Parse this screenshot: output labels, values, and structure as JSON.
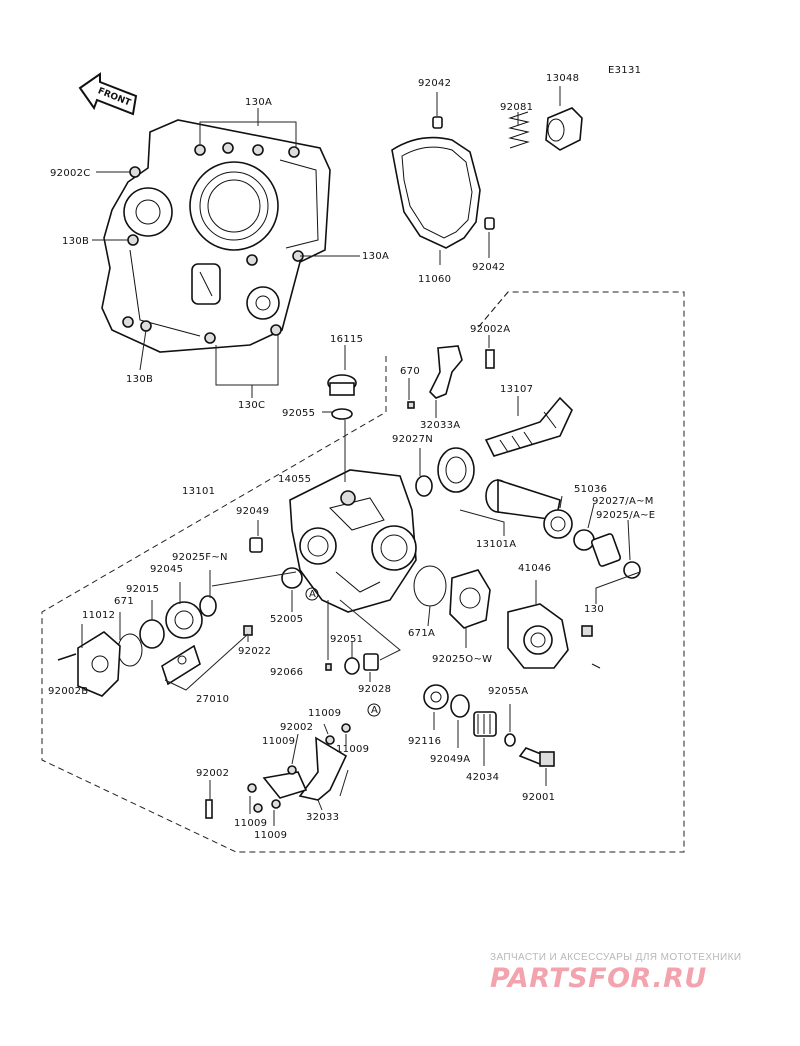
{
  "diagram_code": "E3131",
  "front_arrow_label": "FRONT",
  "labels": {
    "130A_top": "130A",
    "130A_right": "130A",
    "92002C": "92002C",
    "130B_left": "130B",
    "130B_bottom": "130B",
    "130C": "130C",
    "92042_top": "92042",
    "92081": "92081",
    "13048": "13048",
    "11060": "11060",
    "92042_bottom": "92042",
    "16115": "16115",
    "92055": "92055",
    "670": "670",
    "92002A": "92002A",
    "32033A": "32033A",
    "13107": "13107",
    "92027N": "92027N",
    "13101": "13101",
    "14055": "14055",
    "92049": "92049",
    "92025F_N": "92025F~N",
    "92045": "92045",
    "671": "671",
    "92015": "92015",
    "11012": "11012",
    "52005": "52005",
    "92022": "92022",
    "92002B": "92002B",
    "27010": "27010",
    "92066": "92066",
    "92051": "92051",
    "92028": "92028",
    "671A": "671A",
    "92025O_W": "92025O~W",
    "41046": "41046",
    "130": "130",
    "13101A": "13101A",
    "51036": "51036",
    "92027A_M": "92027/A~M",
    "92025A_E": "92025/A~E",
    "92116": "92116",
    "92049A": "92049A",
    "42034": "42034",
    "92055A": "92055A",
    "92001": "92001",
    "11009_a": "11009",
    "92002_a": "92002",
    "11009_b": "11009",
    "11009_c": "11009",
    "92002_b": "92002",
    "11009_d": "11009",
    "11009_e": "11009",
    "32033": "32033",
    "ref_A_1": "A",
    "ref_A_2": "A"
  },
  "watermark": {
    "subtitle": "ЗАПЧАСТИ И АКСЕССУАРЫ ДЛЯ МОТОТЕХНИКИ",
    "logo": "PARTSFOR.RU"
  }
}
